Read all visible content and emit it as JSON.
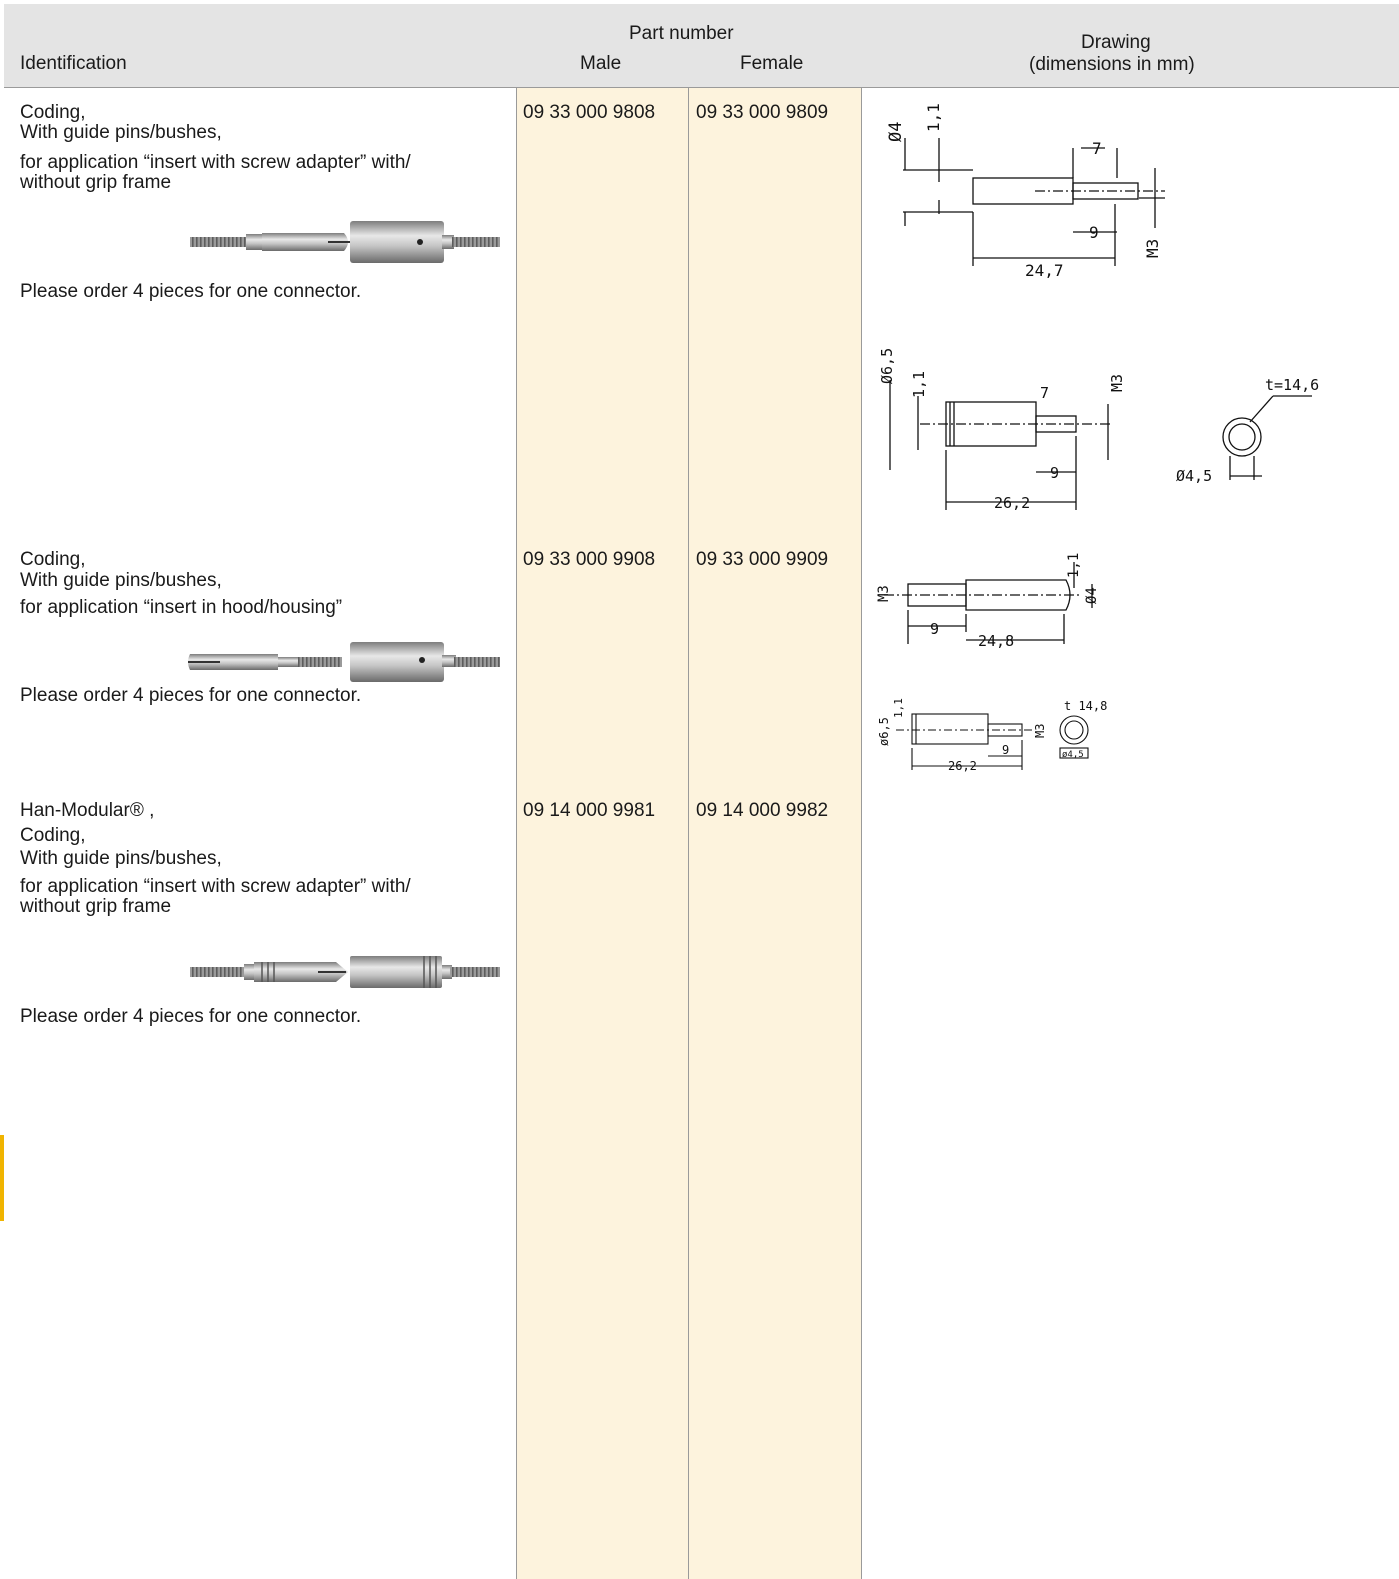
{
  "header": {
    "identification": "Identification",
    "part_number": "Part number",
    "male": "Male",
    "female": "Female",
    "drawing_line1": "Drawing",
    "drawing_line2": "(dimensions in mm)"
  },
  "rows": [
    {
      "lines": [
        "Coding,",
        "With guide pins/bushes,",
        "for application “insert with screw adapter” with/",
        "without grip frame"
      ],
      "note": "Please order 4 pieces for one connector.",
      "male": "09 33 000 9808",
      "female": "09 33 000 9809"
    },
    {
      "lines": [
        "Coding,",
        "With guide pins/bushes,",
        "for application “insert in hood/housing”"
      ],
      "note": "Please order 4 pieces for one connector.",
      "male": "09 33 000 9908",
      "female": "09 33 000 9909"
    },
    {
      "lines": [
        "Han-Modular® ,",
        "Coding,",
        "With guide pins/bushes,",
        "for application “insert with screw adapter” with/",
        "without grip frame"
      ],
      "note": "Please order 4 pieces for one connector.",
      "male": "09 14 000 9981",
      "female": "09 14 000 9982"
    }
  ],
  "drawings": {
    "d1": {
      "dia": "Ø4",
      "slot": "1,1",
      "thread_len": "7",
      "m": "M3",
      "nine": "9",
      "length": "24,7"
    },
    "d2": {
      "dia": "Ø6,5",
      "slot": "1,1",
      "thread_len": "7",
      "m": "M3",
      "nine": "9",
      "length": "26,2",
      "t": "t=14,6",
      "end_dia": "Ø4,5"
    },
    "d3": {
      "m": "M3",
      "slot": "1,1",
      "dia": "Ø4",
      "nine": "9",
      "length": "24,8"
    },
    "d4": {
      "dia": "ø6,5",
      "slot": "1,1",
      "m": "M3",
      "nine": "9",
      "length": "26,2",
      "t": "t 14,8",
      "end_dia": "ø4,5"
    }
  },
  "colors": {
    "header_bg": "#e4e4e4",
    "column_fill": "#fdf3dd",
    "side_tab": "#f0b400"
  }
}
